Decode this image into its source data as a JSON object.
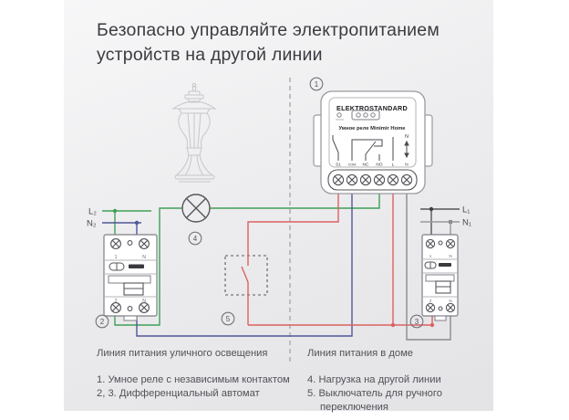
{
  "title": "Безопасно управляйте электропитанием устройств на другой линии",
  "diagram": {
    "relay": {
      "badge": "1",
      "brand": "ELEKTROSTANDARD",
      "model": "Умное реле Minimir Home",
      "terminals": [
        "S1",
        "COM",
        "NC",
        "NO",
        "L",
        "N"
      ],
      "neutral_label": "N"
    },
    "breaker_left": {
      "badge": "2",
      "terminals_top": [
        "1",
        "N"
      ],
      "terminals_bottom": [
        "2",
        "N"
      ]
    },
    "breaker_right": {
      "badge": "3",
      "terminals_top": [
        "1",
        "N"
      ],
      "terminals_bottom": [
        "2",
        "N"
      ]
    },
    "lamp": {
      "badge": "4"
    },
    "switch": {
      "badge": "5"
    },
    "feeds": {
      "l2": "L₂",
      "n2": "N₂",
      "l1": "L₁",
      "n1": "N₁"
    }
  },
  "captions": {
    "left": "Линия питания уличного освещения",
    "right": "Линия питания в доме"
  },
  "legend": {
    "left": [
      "1. Умное реле с независимым контактом",
      "2, 3. Дифференциальный автомат"
    ],
    "right": [
      "4. Нагрузка на другой линии",
      "5. Выключатель для ручного переключения"
    ]
  },
  "colors": {
    "live_red": "#db6161",
    "neutral_blue": "#4f5795",
    "load_green": "#3fa057",
    "line_dark": "#55555b",
    "line_gray": "#97979d"
  }
}
